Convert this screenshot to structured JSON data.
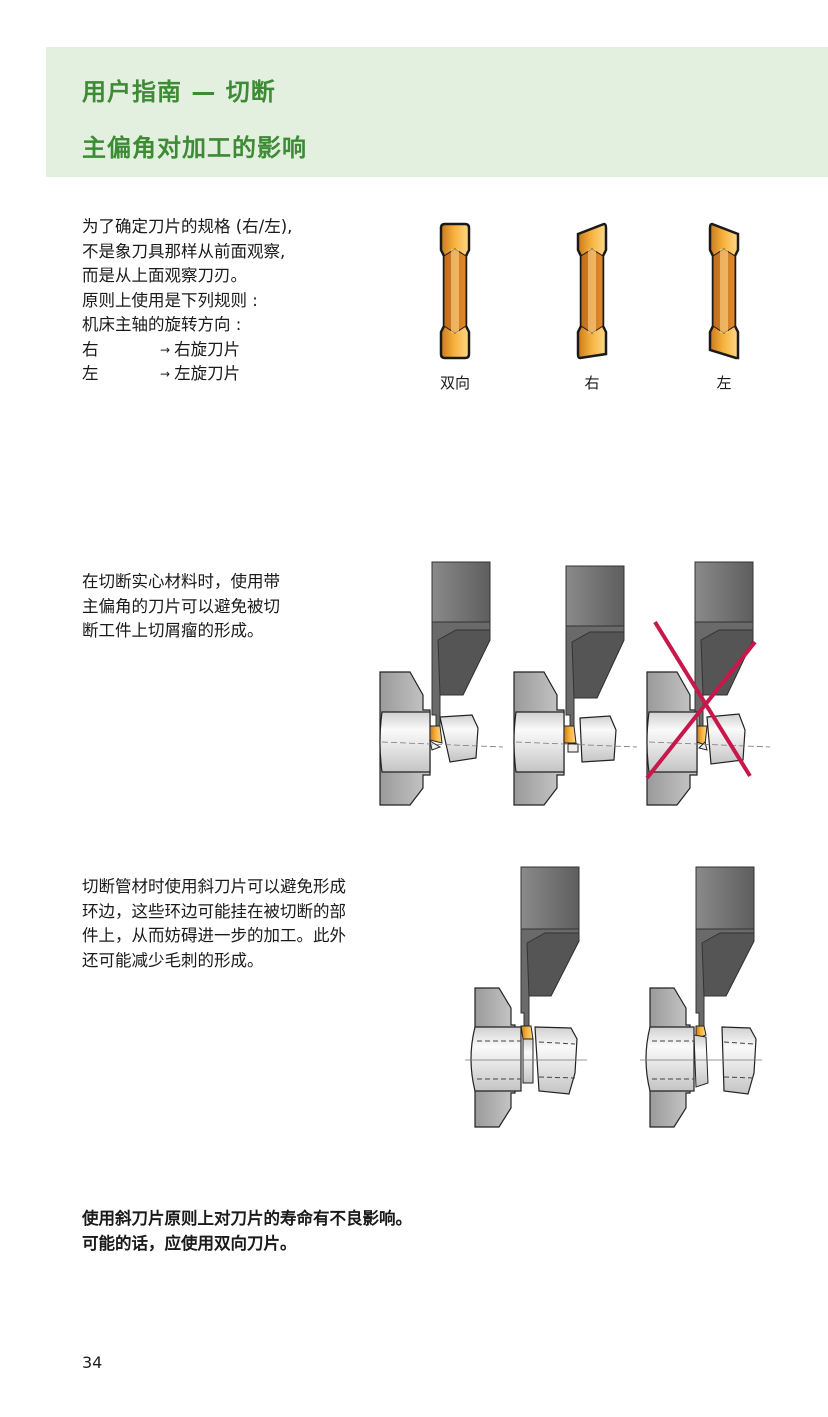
{
  "header": {
    "title": "用户指南 — 切断",
    "subtitle": "主偏角对加工的影响",
    "band_color": "#e3f0e0",
    "title_color": "#3d8b34"
  },
  "section1": {
    "lines": [
      "为了确定刀片的规格 (右/左),",
      "不是象刀具那样从前面观察,",
      "而是从上面观察刀刃。",
      "原则上使用是下列规则 :",
      "机床主轴的旋转方向 :"
    ],
    "rules": [
      {
        "direction": "右",
        "arrow": "→",
        "result": "右旋刀片"
      },
      {
        "direction": "左",
        "arrow": "→",
        "result": "左旋刀片"
      }
    ],
    "inserts": [
      {
        "label": "双向",
        "type": "neutral"
      },
      {
        "label": "右",
        "type": "right"
      },
      {
        "label": "左",
        "type": "left"
      }
    ]
  },
  "section2": {
    "lines": [
      "在切断实心材料时，使用带",
      "主偏角的刀片可以避免被切",
      "断工件上切屑瘤的形成。"
    ],
    "figures": [
      {
        "name": "angled-insert-solid",
        "crossed": false
      },
      {
        "name": "neutral-insert-solid",
        "crossed": false
      },
      {
        "name": "wrong-angle-insert-solid",
        "crossed": true
      }
    ]
  },
  "section3": {
    "lines": [
      "切断管材时使用斜刀片可以避免形成",
      "环边，这些环边可能挂在被切断的部",
      "件上，从而妨碍进一步的加工。此外",
      "还可能减少毛刺的形成。"
    ],
    "figures": [
      {
        "name": "neutral-insert-tube"
      },
      {
        "name": "angled-insert-tube"
      }
    ]
  },
  "section4": {
    "lines": [
      "使用斜刀片原则上对刀片的寿命有不良影响。",
      "可能的话，应使用双向刀片。"
    ]
  },
  "footer": {
    "page_number": "34"
  },
  "colors": {
    "insert_gold": "#e8a33a",
    "holder_gray": "#7a7a7a",
    "cross_red": "#c8174a"
  }
}
